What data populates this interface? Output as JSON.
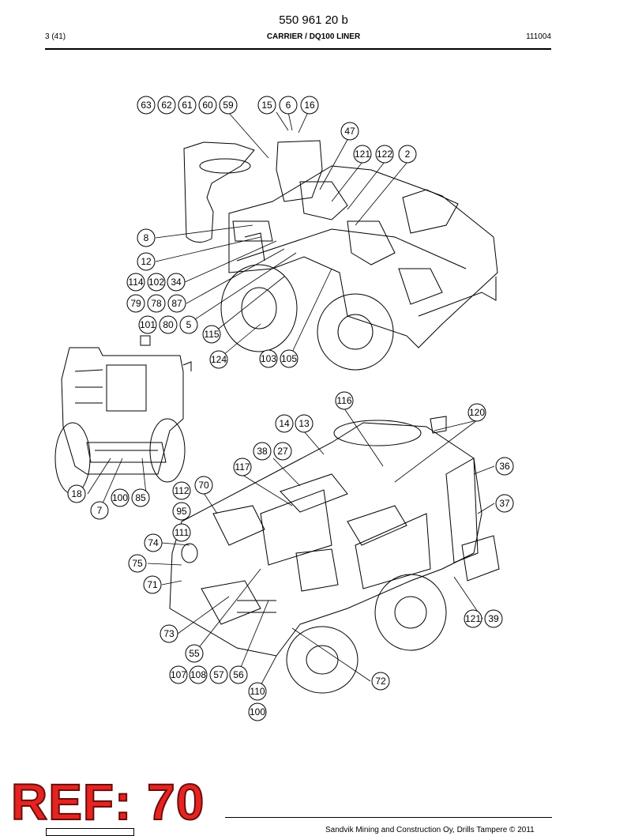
{
  "header": {
    "doc_number": "550 961 20 b",
    "page": "3 (41)",
    "title": "CARRIER / DQ100 LINER",
    "code": "111004"
  },
  "callouts": [
    "63",
    "62",
    "61",
    "60",
    "59",
    "15",
    "6",
    "16",
    "47",
    "121",
    "122",
    "2",
    "8",
    "12",
    "114",
    "102",
    "34",
    "79",
    "78",
    "87",
    "101",
    "80",
    "5",
    "115",
    "124",
    "103",
    "105",
    "116",
    "14",
    "13",
    "120",
    "38",
    "27",
    "117",
    "36",
    "18",
    "112",
    "70",
    "100",
    "85",
    "7",
    "95",
    "37",
    "111",
    "74",
    "75",
    "71",
    "121",
    "39",
    "73",
    "55",
    "107",
    "108",
    "57",
    "56",
    "72",
    "110",
    "100"
  ],
  "ref_label": "REF: 70",
  "footer": {
    "copyright": "Sandvik Mining and Construction Oy, Drills Tampere © 2011"
  }
}
